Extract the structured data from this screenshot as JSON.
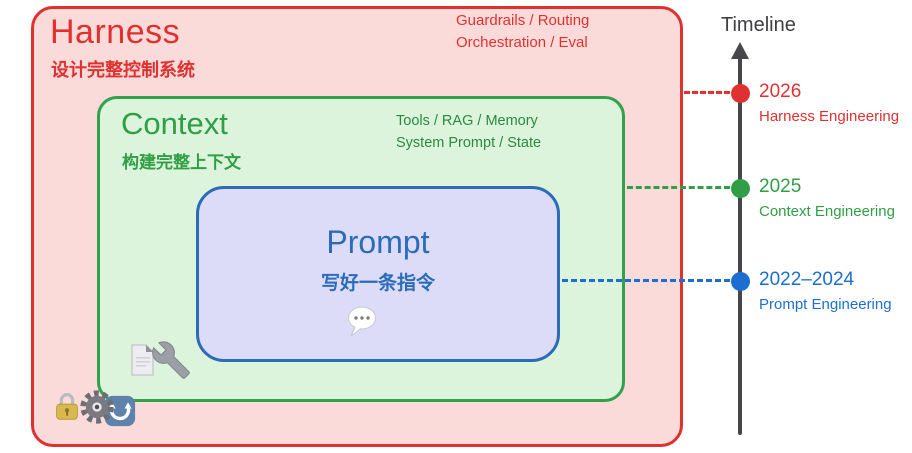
{
  "harness": {
    "title": "Harness",
    "subtitle": "设计完整控制系统",
    "annotation_line1": "Guardrails / Routing",
    "annotation_line2": "Orchestration / Eval",
    "accent_color": "#e03131",
    "fill_color": "#fbdbd9"
  },
  "context": {
    "title": "Context",
    "subtitle": "构建完整上下文",
    "annotation_line1": "Tools / RAG / Memory",
    "annotation_line2": "System Prompt / State",
    "accent_color": "#2f9e44",
    "fill_color": "#ddf4dc"
  },
  "prompt": {
    "title": "Prompt",
    "subtitle": "写好一条指令",
    "accent_color": "#2b6cb8",
    "fill_color": "#dcdbf8"
  },
  "timeline": {
    "title": "Timeline",
    "axis_color": "#47474b",
    "milestones": [
      {
        "year": "2026",
        "label": "Harness Engineering",
        "color": "#e03131"
      },
      {
        "year": "2025",
        "label": "Context Engineering",
        "color": "#2f9e44"
      },
      {
        "year": "2022–2024",
        "label": "Prompt Engineering",
        "color": "#1c6fd0"
      }
    ]
  },
  "icons": {
    "prompt_icon": "speech-balloon-icon",
    "context_icons": [
      "document-icon",
      "wrench-icon"
    ],
    "harness_icons": [
      "lock-icon",
      "gear-icon",
      "refresh-icon"
    ]
  }
}
